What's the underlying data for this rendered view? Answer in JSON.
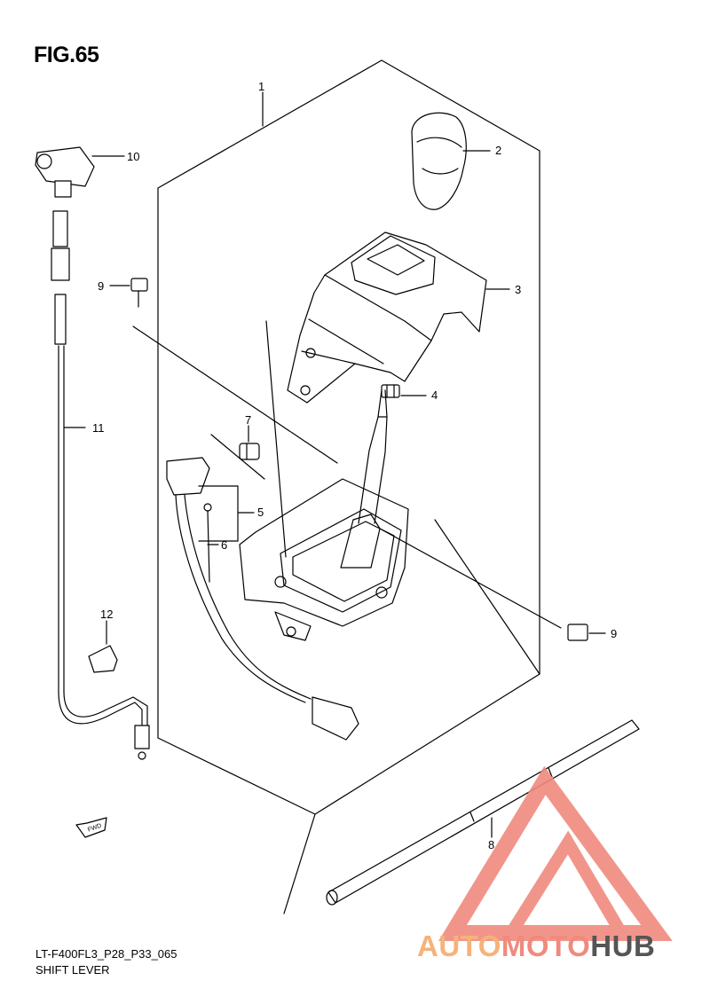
{
  "figure": {
    "title": "FIG.65",
    "model_code": "LT-F400FL3_P28_P33_065",
    "subtitle": "SHIFT LEVER"
  },
  "callouts": [
    {
      "id": "1",
      "label": "1"
    },
    {
      "id": "2",
      "label": "2"
    },
    {
      "id": "3",
      "label": "3"
    },
    {
      "id": "4",
      "label": "4"
    },
    {
      "id": "5",
      "label": "5"
    },
    {
      "id": "6",
      "label": "6"
    },
    {
      "id": "7",
      "label": "7"
    },
    {
      "id": "8",
      "label": "8"
    },
    {
      "id": "9a",
      "label": "9"
    },
    {
      "id": "9b",
      "label": "9"
    },
    {
      "id": "10",
      "label": "10"
    },
    {
      "id": "11",
      "label": "11"
    },
    {
      "id": "12",
      "label": "12"
    }
  ],
  "fwd_marker": "FWD",
  "watermark": {
    "part1": "AUTO",
    "part2": "MOTO",
    "part3": "HUB",
    "color_primary": "#f08a7e",
    "color_secondary": "#f5b27a",
    "color_dark": "#555555"
  }
}
